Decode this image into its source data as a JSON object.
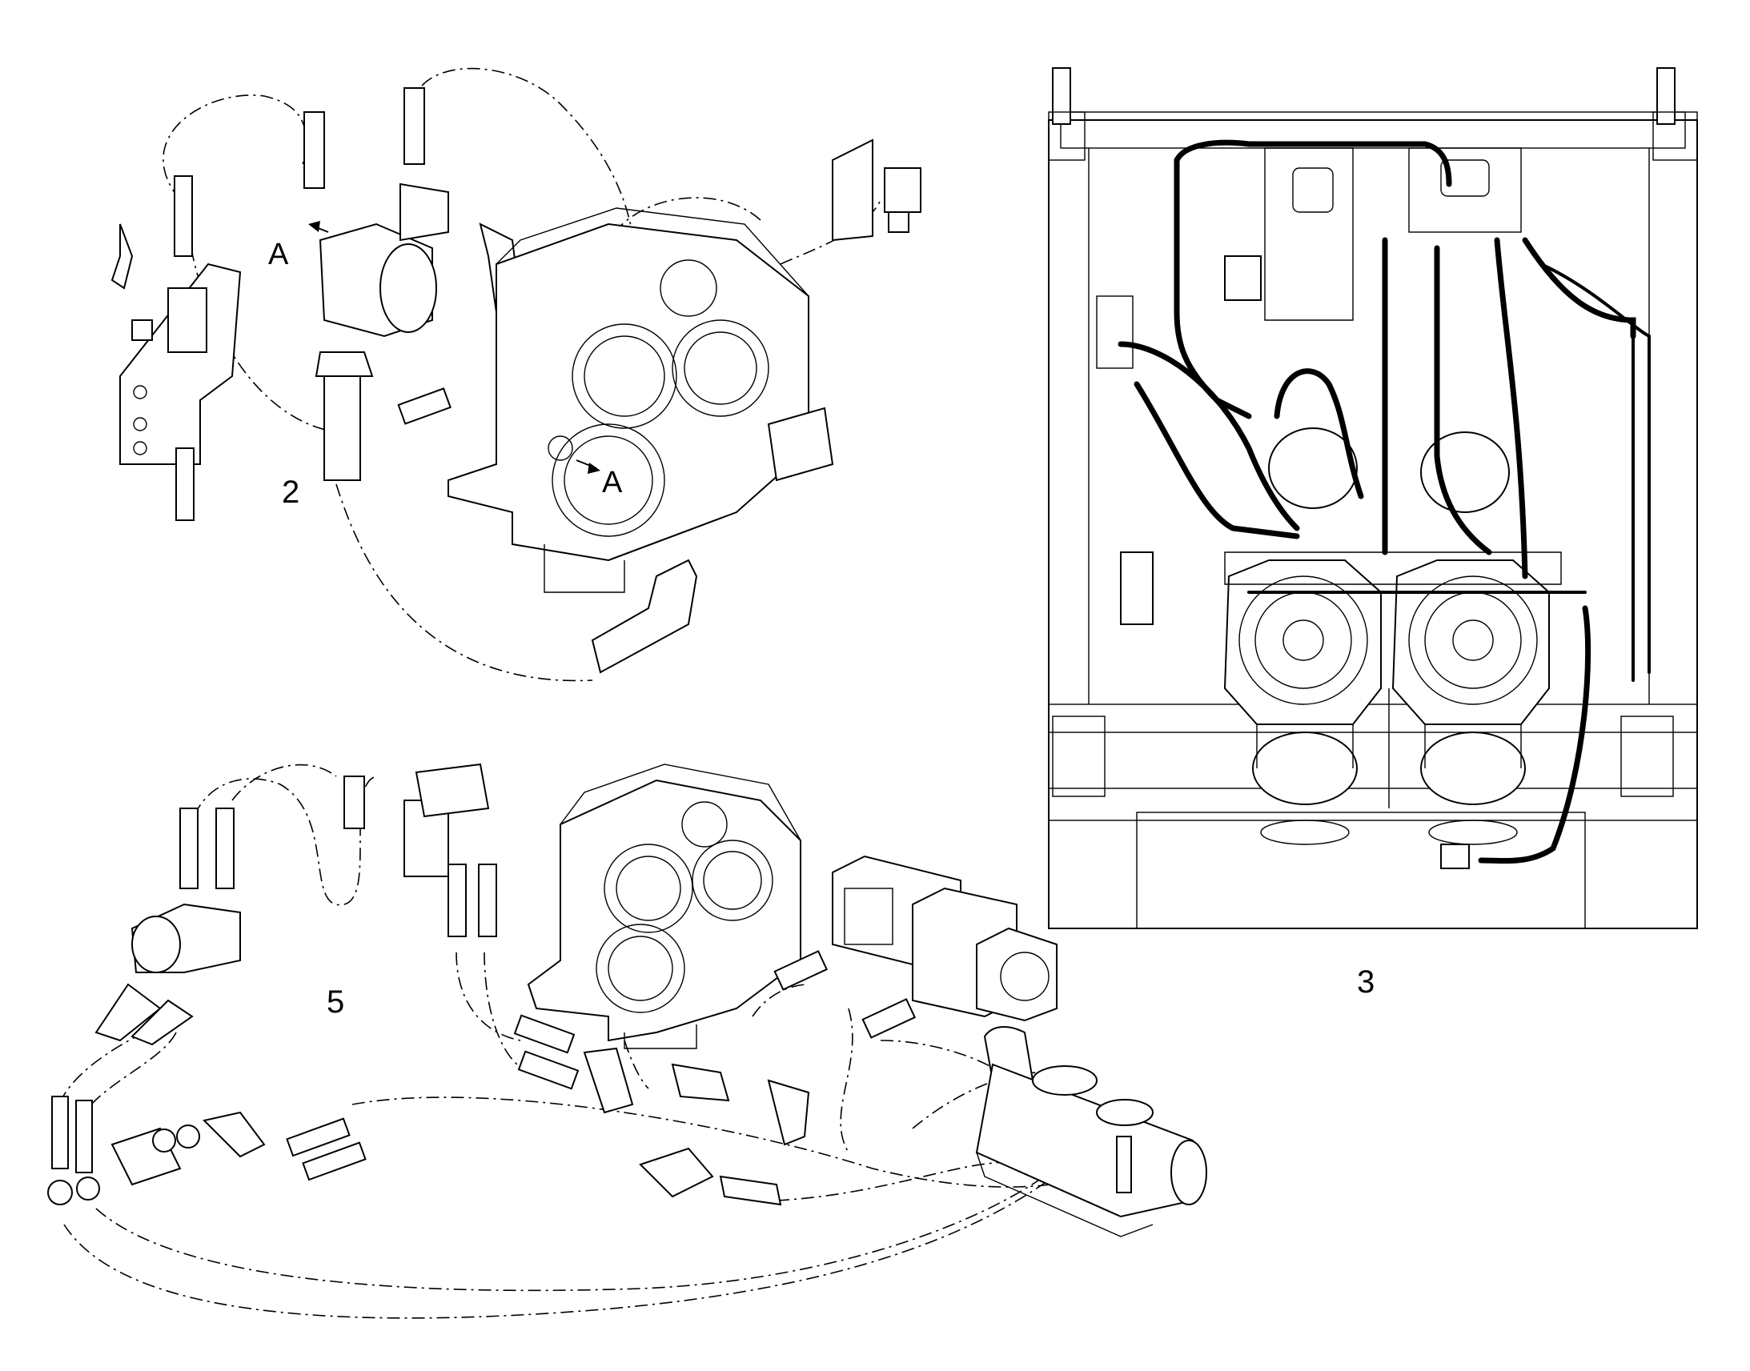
{
  "figure": {
    "view_labels": {
      "view_2": "2",
      "view_3": "3",
      "view_5": "5"
    },
    "detail_marker": "A",
    "views": [
      {
        "id": "view-2",
        "description_label": "2"
      },
      {
        "id": "view-3",
        "description_label": "3"
      },
      {
        "id": "view-5",
        "description_label": "5"
      }
    ]
  }
}
